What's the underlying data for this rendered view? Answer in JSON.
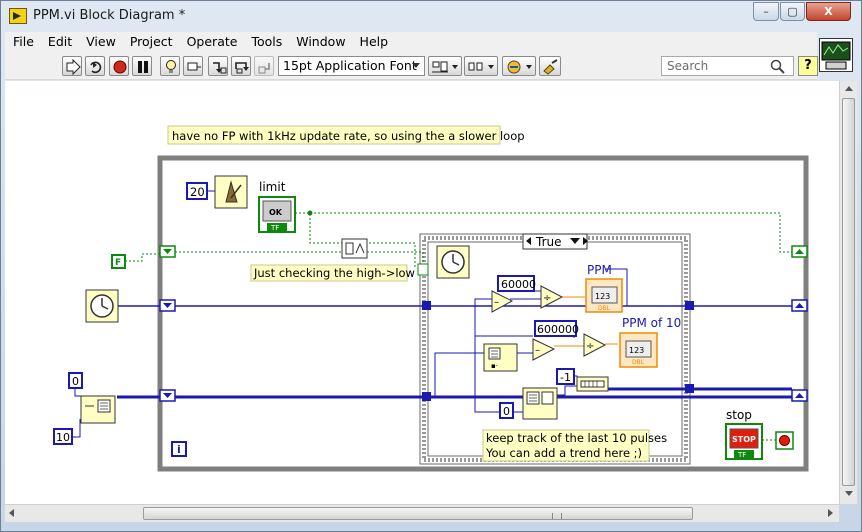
{
  "window": {
    "title": "PPM.vi Block Diagram *",
    "min_label": "–",
    "max_label": "▢",
    "close_label": "X"
  },
  "menu": [
    "File",
    "Edit",
    "View",
    "Project",
    "Operate",
    "Tools",
    "Window",
    "Help"
  ],
  "toolbar": {
    "font": "15pt Application Font",
    "search_placeholder": "Search",
    "help_label": "?"
  },
  "diagram": {
    "comment_top": "have no FP with 1kHz update rate, so using the a slower  loop",
    "wait_ms_const": "20",
    "limit_label": "limit",
    "limit_button_text": "OK",
    "limit_tf": "TF",
    "bool_const": "F",
    "edge_comment": "Just checking the high->low",
    "case_selector": "True",
    "const_60000": "60000",
    "const_600000": "600000",
    "ppm_label": "PPM",
    "ppm10_label": "PPM of 10",
    "indicator_text": "123",
    "indicator_type": "DBL",
    "const_neg1": "-1",
    "const_0_inner": "0",
    "const_0_outer": "0",
    "const_10": "10",
    "keep_comment_1": "keep track of the last 10 pulses",
    "keep_comment_2": "You can add a trend here ;)",
    "stop_label": "stop",
    "stop_button_text": "STOP",
    "stop_tf": "TF",
    "iteration": "i",
    "color_wire_int": "#1a1ab3",
    "color_wire_bool": "#0d8a0d",
    "color_dbl": "#f08c00",
    "color_loop": "#7f7f7f"
  }
}
